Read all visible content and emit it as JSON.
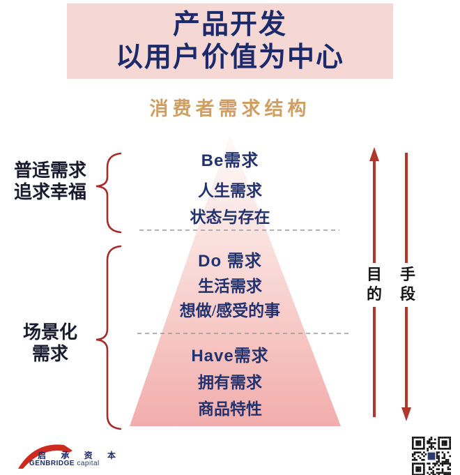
{
  "banner": {
    "title_line1": "产品开发",
    "title_line2": "以用户价值为中心",
    "bg_color": "#f5d7d4",
    "text_color": "#1b2a6b"
  },
  "subtitle": {
    "text": "消费者需求结构",
    "color": "#cf9e63"
  },
  "pyramid": {
    "gradient_top": "#fdf6f5",
    "gradient_bottom": "#f2adab",
    "text_color": "#21326f",
    "sections": [
      {
        "name": "be",
        "lines": [
          "Be需求",
          "人生需求",
          "状态与存在"
        ]
      },
      {
        "name": "do",
        "lines": [
          "Do 需求",
          "生活需求",
          "想做/感受的事"
        ]
      },
      {
        "name": "have",
        "lines": [
          "Have需求",
          "拥有需求",
          "商品特性"
        ]
      }
    ]
  },
  "left_labels": [
    {
      "line1": "普适需求",
      "line2": "追求幸福"
    },
    {
      "line1": "场景化",
      "line2": "需求"
    }
  ],
  "right_labels": {
    "purpose": "目的",
    "means": "手段"
  },
  "accents": {
    "brace_red": "#a62b28",
    "arrow_red": "#b1372c",
    "dash_gray": "#9a9a9a"
  },
  "logo": {
    "cn": "启 承 资 本",
    "en_bold": "GENBRIDGE",
    "en_light": "capital"
  }
}
